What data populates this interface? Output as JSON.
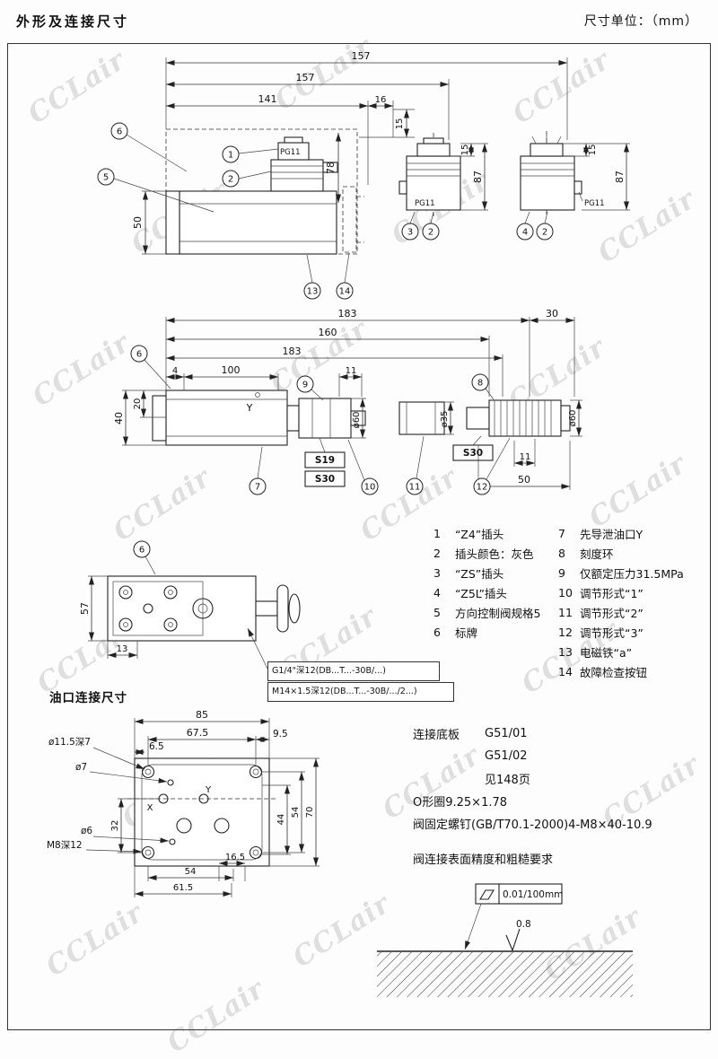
{
  "header": {
    "title": "外形及连接尺寸",
    "unit": "尺寸单位：（mm）"
  },
  "watermark": "CCLair",
  "top_view": {
    "dims": {
      "len157_outer": "157",
      "len157_inner": "157",
      "len141": "141",
      "len16": "16",
      "h15": "15",
      "h78": "78",
      "h50": "50",
      "pg11_main": "PG11",
      "v2_h15": "15",
      "v2_h87": "87",
      "v2_pg11": "PG11",
      "v3_h15": "15",
      "v3_h87": "87",
      "v3_pg11": "PG11"
    },
    "callouts": {
      "c6": "6",
      "c1": "1",
      "c2a": "2",
      "c5": "5",
      "c13": "13",
      "c14": "14",
      "c3": "3",
      "c2b": "2",
      "c4": "4",
      "c2c": "2"
    }
  },
  "side_view": {
    "dims": {
      "len183a": "183",
      "len30": "30",
      "len160": "160",
      "len183b": "183",
      "len100": "100",
      "len4": "4",
      "len11": "11",
      "h40": "40",
      "h20": "20",
      "d60a": "ø60",
      "d35": "ø35",
      "d60b": "ø60",
      "s19": "S19",
      "s30a": "S30",
      "s30b": "S30",
      "len11b": "11",
      "len50": "50",
      "portY": "Y"
    },
    "callouts": {
      "c6": "6",
      "c9": "9",
      "c8": "8",
      "c7": "7",
      "c10": "10",
      "c11": "11",
      "c12": "12"
    }
  },
  "top_face_view": {
    "dims": {
      "h57": "57",
      "len13": "13"
    },
    "callouts": {
      "c6": "6"
    },
    "note1": "G1/4\"深12(DB...T...-30B/...)",
    "note2": "M14×1.5深12(DB...T...-30B/.../2...)"
  },
  "legend": {
    "left": [
      {
        "num": "1",
        "text": "“Z4”插头"
      },
      {
        "num": "2",
        "text": "插头颜色：灰色"
      },
      {
        "num": "3",
        "text": "“ZS”插头"
      },
      {
        "num": "4",
        "text": "“Z5L”插头"
      },
      {
        "num": "5",
        "text": "方向控制阀规格5"
      },
      {
        "num": "6",
        "text": "标牌"
      }
    ],
    "right": [
      {
        "num": "7",
        "text": "先导泄油口Y"
      },
      {
        "num": "8",
        "text": "刻度环"
      },
      {
        "num": "9",
        "text": "仅额定压力31.5MPa"
      },
      {
        "num": "10",
        "text": "调节形式“1”"
      },
      {
        "num": "11",
        "text": "调节形式“2”"
      },
      {
        "num": "12",
        "text": "调节形式“3”"
      },
      {
        "num": "13",
        "text": "电磁铁“a”"
      },
      {
        "num": "14",
        "text": "故障检查按钮"
      }
    ]
  },
  "port_view": {
    "title": "油口连接尺寸",
    "dims": {
      "w85": "85",
      "w675": "67.5",
      "w95": "9.5",
      "w65": "6.5",
      "h32": "32",
      "h44": "44",
      "h54": "54",
      "h70": "70",
      "b54": "54",
      "b165": "16.5",
      "b615": "61.5",
      "lbl_d115": "ø11.5深7",
      "lbl_d7": "ø7",
      "lbl_d6": "ø6",
      "lbl_m8": "M8深12",
      "portX": "X",
      "portY": "Y"
    }
  },
  "connection": {
    "label": "连接底板",
    "value1": "G51/01",
    "value2": "G51/02",
    "value3": "见148页",
    "oring": "O形圈9.25×1.78",
    "screw": "阀固定螺钉(GB/T70.1-2000)4-M8×40-10.9"
  },
  "surface": {
    "title": "阀连接表面精度和粗糙要求",
    "flatness": "0.01/100mm",
    "roughness": "0.8"
  }
}
